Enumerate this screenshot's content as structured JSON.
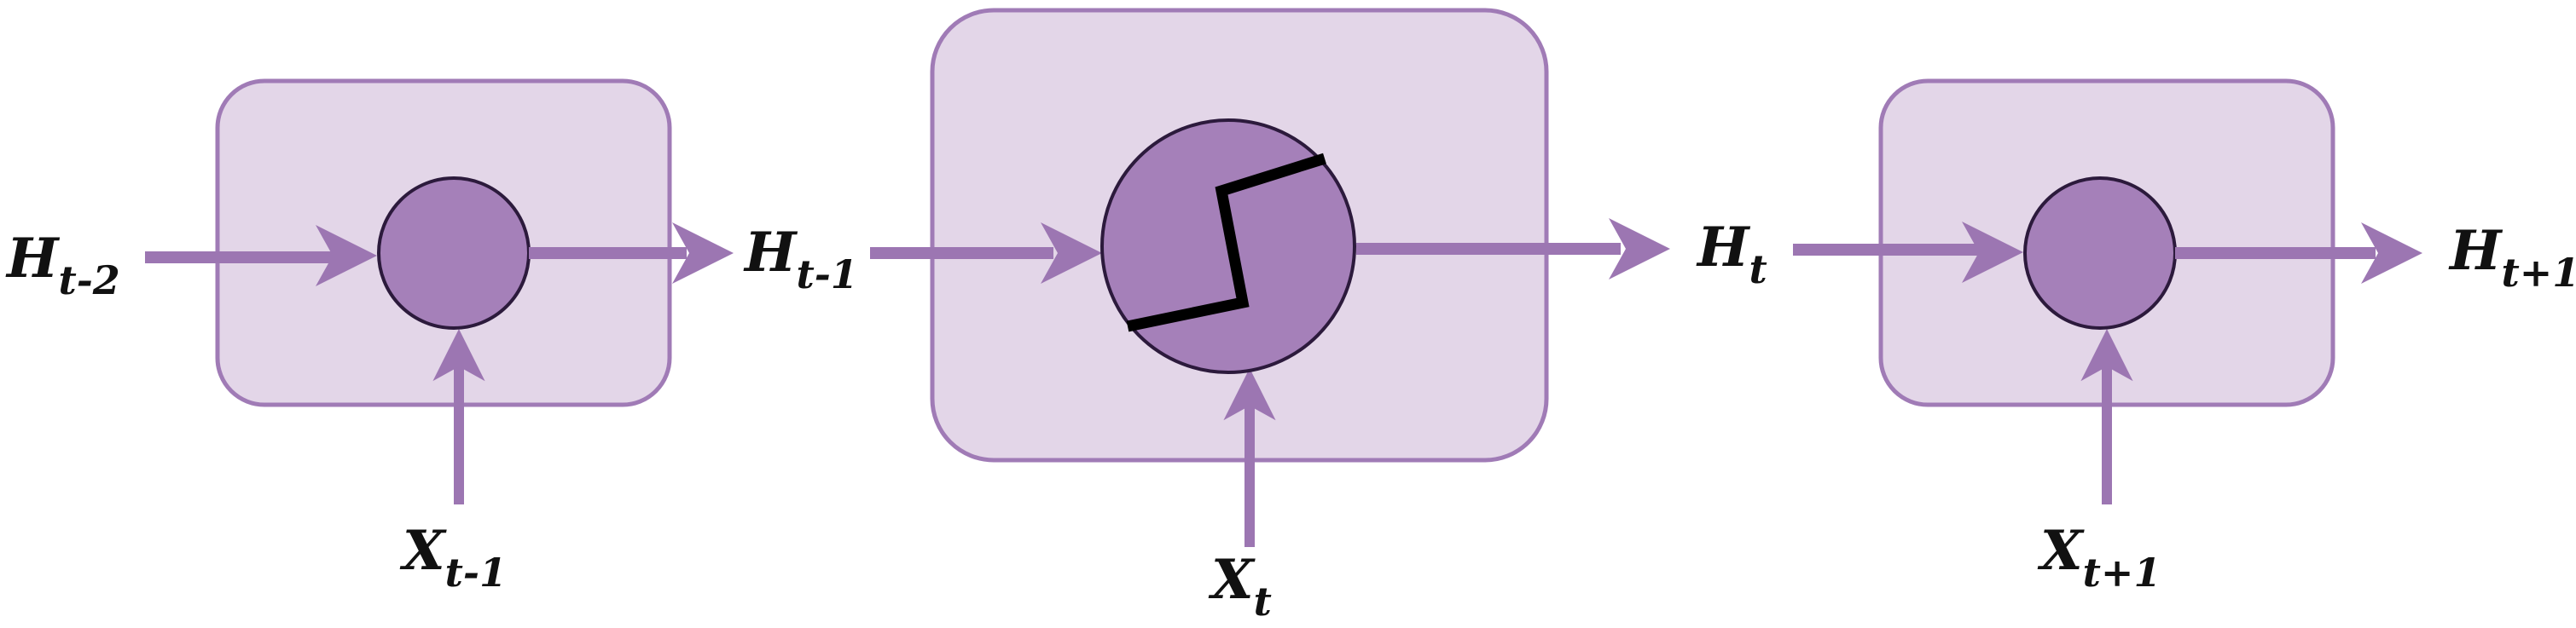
{
  "colors": {
    "box_fill": "#e3d6e8",
    "box_stroke": "#a07bb6",
    "node_fill": "#a580b9",
    "node_stroke": "#2c1a3c",
    "arrow": "#9c76b2",
    "activation_stroke": "#000000"
  },
  "labels": {
    "h_t_minus_2": {
      "main": "H",
      "sub": "t-2"
    },
    "h_t_minus_1": {
      "main": "H",
      "sub": "t-1"
    },
    "h_t": {
      "main": "H",
      "sub": "t"
    },
    "h_t_plus_1": {
      "main": "H",
      "sub": "t+1"
    },
    "x_t_minus_1": {
      "main": "X",
      "sub": "t-1"
    },
    "x_t": {
      "main": "X",
      "sub": "t"
    },
    "x_t_plus_1": {
      "main": "X",
      "sub": "t+1"
    }
  },
  "icons": {
    "activation": "step-activation-icon"
  }
}
